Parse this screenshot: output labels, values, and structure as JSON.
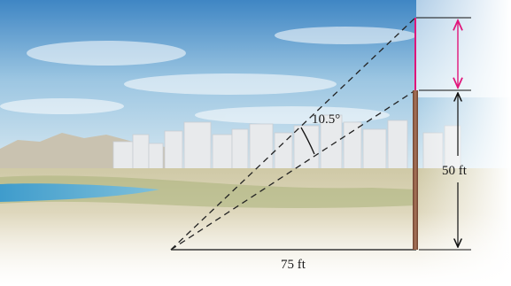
{
  "diagram": {
    "angle_label": "10.5°",
    "height_label": "50 ft",
    "base_label": "75 ft"
  },
  "colors": {
    "pole": "#8a5a44",
    "extension": "#e0157a",
    "dashed": "#222222",
    "dimension": "#111111"
  }
}
